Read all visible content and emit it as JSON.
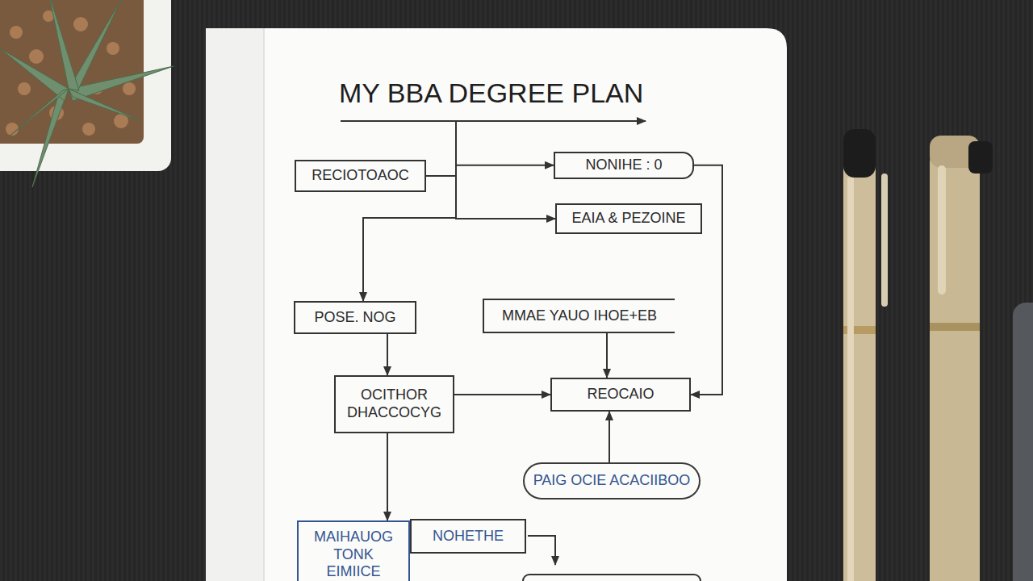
{
  "diagram": {
    "title": "MY BBA DEGREE PLAN",
    "nodes": [
      {
        "text": [
          "RECIOTOAOC"
        ]
      },
      {
        "text": [
          "NONIHE : 0"
        ]
      },
      {
        "text": [
          "EAIA & PEZOINE"
        ]
      },
      {
        "text": [
          "POSE. NOG"
        ]
      },
      {
        "text": [
          "MMAE YAUO IHOE+EB"
        ]
      },
      {
        "text": [
          "OCITHOR DHACCOCYG"
        ]
      },
      {
        "text": [
          "REOCAIO"
        ]
      },
      {
        "text": [
          "PAIG OCIE ACACIIBOO"
        ]
      },
      {
        "text": [
          "MAIHAUOG TONK EIMIICE"
        ]
      },
      {
        "text": [
          "NOHETHE"
        ]
      }
    ],
    "edges": [
      {
        "from": 0,
        "to": 1,
        "arrow": "to"
      },
      {
        "from": 0,
        "to": 2,
        "arrow": "to"
      },
      {
        "from": 0,
        "to": 3,
        "arrow": "to"
      },
      {
        "from": 1,
        "to": 6,
        "arrow": "to"
      },
      {
        "from": 3,
        "to": 5,
        "arrow": "to"
      },
      {
        "from": 4,
        "to": 6,
        "arrow": "to"
      },
      {
        "from": 5,
        "to": 6,
        "arrow": "to"
      },
      {
        "from": 7,
        "to": 6,
        "arrow": "to"
      },
      {
        "from": 5,
        "to": 8,
        "arrow": "to"
      }
    ]
  }
}
